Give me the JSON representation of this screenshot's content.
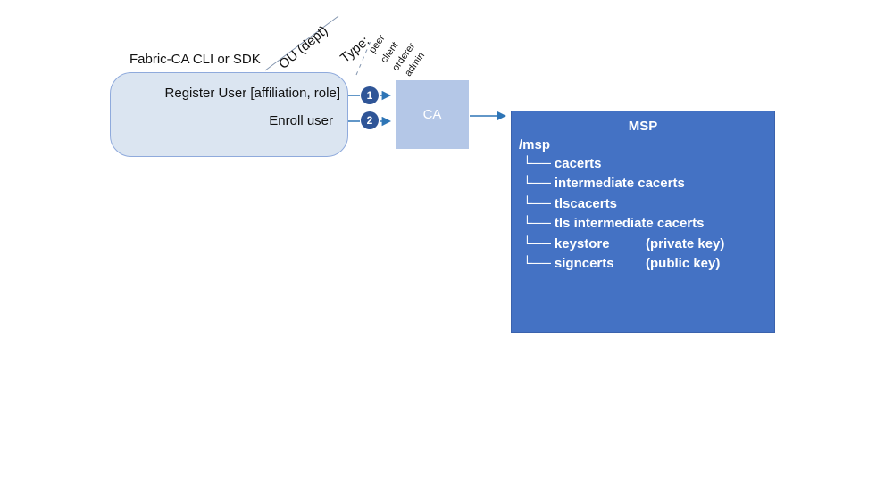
{
  "colors": {
    "accent": "#2e75b6",
    "msp_box": "#4472c4",
    "ca_box": "#b4c7e7",
    "client_box_fill": "#dbe5f1",
    "client_box_border": "#8faadc",
    "step_circle": "#2f5597",
    "leader_line": "#8496b0"
  },
  "client": {
    "heading": "Fabric-CA CLI or SDK",
    "register_label": "Register User [affiliation, role]",
    "enroll_label": "Enroll user"
  },
  "steps": {
    "one": "1",
    "two": "2"
  },
  "annotations": {
    "ou_label": "OU (dept)",
    "type_label": "Type:",
    "type_options": [
      "peer",
      "client",
      "orderer",
      "admin"
    ]
  },
  "ca": {
    "label": "CA"
  },
  "msp": {
    "title": "MSP",
    "root": "/msp",
    "tree_prefix": "└──",
    "items": [
      {
        "name": "cacerts",
        "note": ""
      },
      {
        "name": "intermediate cacerts",
        "note": ""
      },
      {
        "name": "tlscacerts",
        "note": ""
      },
      {
        "name": "tls intermediate cacerts",
        "note": ""
      },
      {
        "name": "keystore",
        "note": "(private key)"
      },
      {
        "name": "signcerts",
        "note": "(public key)"
      }
    ]
  }
}
